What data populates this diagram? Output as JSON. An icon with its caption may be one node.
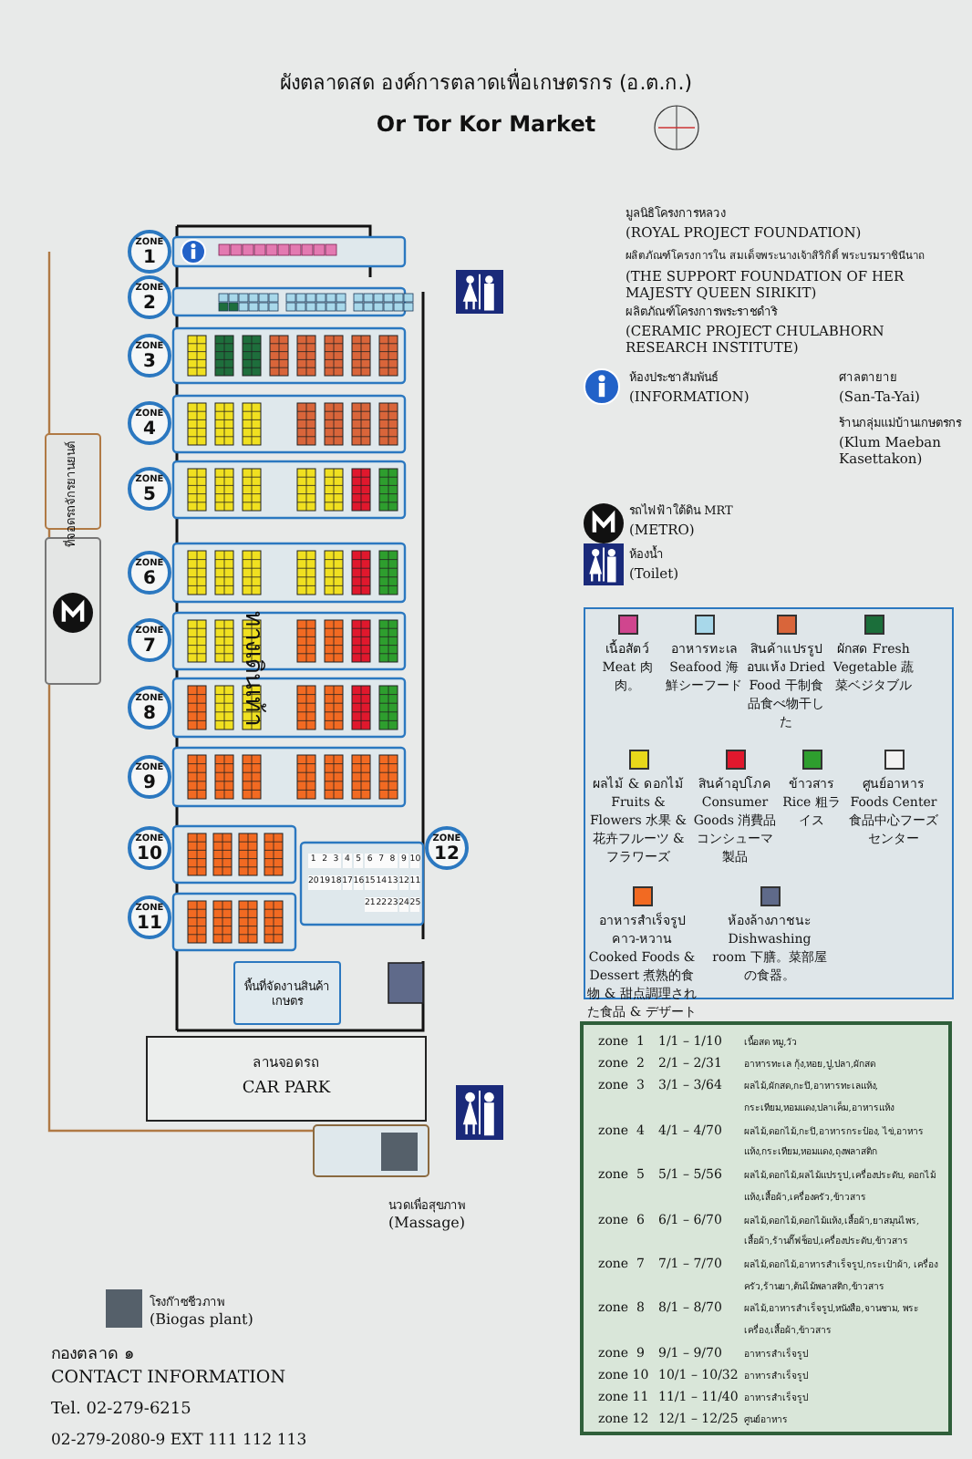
{
  "diagram": {
    "title": "ผังตลาดสด องค์การตลาดเพื่อเกษตรกร (อ.ต.ก.)",
    "nodes": [
      {
        "text": [
          "ZONE",
          "1"
        ]
      },
      {
        "text": [
          "ZONE",
          "2"
        ]
      },
      {
        "text": [
          "ZONE",
          "3"
        ]
      },
      {
        "text": [
          "ZONE",
          "4"
        ]
      },
      {
        "text": [
          "ZONE",
          "5"
        ]
      },
      {
        "text": [
          "ZONE",
          "6"
        ]
      },
      {
        "text": [
          "ZONE",
          "7"
        ]
      },
      {
        "text": [
          "ZONE",
          "8"
        ]
      },
      {
        "text": [
          "ZONE",
          "9"
        ]
      },
      {
        "text": [
          "ZONE",
          "10"
        ]
      },
      {
        "text": [
          "ZONE",
          "12"
        ]
      },
      {
        "text": [
          "ZONE",
          "11"
        ]
      },
      {
        "text": [
          "พื้นที่จัดงานสินค้าเกษตร"
        ]
      },
      {
        "text": [
          "ลานจอดรถ",
          "CAR PARK"
        ]
      }
    ],
    "labels": [
      "Or Tor Kor  Market",
      "มูลนิธิโครงการหลวง",
      "(ROYAL PROJECT FOUNDATION)",
      "ผลิตภัณฑ์โครงการใน สมเด็จพระนางเจ้าสิริกิติ์ พระบรมราชินีนาถ",
      "(THE SUPPORT FOUNDATION OF HER MAJESTY QUEEN SIRIKIT)",
      "ผลิตภัณฑ์โครงการพระราชดำริ",
      "(CERAMIC PROJECT CHULABHORN RESEARCH INSTITUTE)",
      "ห้องประชาสัมพันธ์",
      "(INFORMATION)",
      "ศาลตายาย",
      "(San-Ta-Yai)",
      "ร้านกลุ่มแม่บ้านเกษตรกร",
      "(Klum Maeban Kasettakon)",
      "รถไฟฟ้าใต้ดิน MRT",
      "(METRO)",
      "ห้องน้ำ",
      "(Toilet)",
      "ที่จอดรถจักรยานยนต์",
      "ทางเดินเท้า",
      "1",
      "2",
      "3",
      "4",
      "5",
      "6",
      "7",
      "8",
      "9",
      "10",
      "20",
      "19",
      "18",
      "17",
      "16",
      "15",
      "14",
      "13",
      "12",
      "11",
      "21",
      "22",
      "23",
      "24",
      "25",
      "นวดเพื่อสุขภาพ",
      "(Massage)",
      "โรงก๊าซชีวภาพ",
      "(Biogas plant)",
      "กองตลาด ๑",
      "CONTACT INFORMATION",
      "Tel. 02-279-6215",
      "02-279-2080-9 EXT 111 112  113",
      "zone  1",
      "1/1 – 1/10",
      "เนื้อสด หมู,วัว",
      "zone  2",
      "2/1 – 2/31",
      "อาหารทะเล กุ้ง,หอย,ปู,ปลา,ผักสด",
      "zone  3",
      "3/1 – 3/64",
      "ผลไม้,ผักสด,กะปิ,อาหารทะเลแห้ง, กระเทียม,หอมแดง,ปลาเค็ม,อาหารแห้ง",
      "zone  4",
      "4/1 – 4/70",
      "ผลไม้,ดอกไม้,กะปิ,อาหารกระป๋อง, ไข่,อาหารแห้ง,กระเทียม,หอมแดง,ถุงพลาสติก",
      "zone  5",
      "5/1 – 5/56",
      "ผลไม้,ดอกไม้,ผลไม้แปรรูป,เครื่องประดับ, ดอกไม้แห้ง,เสื้อผ้า,เครื่องครัว,ข้าวสาร",
      "zone  6",
      "6/1 – 6/70",
      "ผลไม้,ดอกไม้,ดอกไม้แห้ง,เสื้อผ้า,ยาสมุนไพร, เสื้อผ้า,ร้านกิ๊ฟช็อป,เครื่องประดับ,ข้าวสาร",
      "zone  7",
      "7/1 – 7/70",
      "ผลไม้,ดอกไม้,อาหารสำเร็จรูป,กระเป๋าผ้า, เครื่องครัว,ร้านยา,ต้นไม้พลาสติก,ข้าวสาร",
      "zone  8",
      "8/1 – 8/70",
      "ผลไม้,อาหารสำเร็จรูป,หนังสือ,จานชาม, พระเครื่อง,เสื้อผ้า,ข้าวสาร",
      "zone  9",
      "9/1 – 9/70",
      "อาหารสำเร็จรูป",
      "zone 10",
      "10/1 – 10/32",
      "อาหารสำเร็จรูป",
      "zone 11",
      "11/1 – 11/40",
      "อาหารสำเร็จรูป",
      "zone 12",
      "12/1 – 12/25",
      "ศูนย์อาหาร"
    ],
    "legend": [
      {
        "text": "เนื้อสัตว์ Meat 肉肉。",
        "color": "#d0458e"
      },
      {
        "text": "อาหารทะเล Seafood 海鮮シーフード",
        "color": "#a8d8ea"
      },
      {
        "text": "สินค้าแปรรูปอบแห้ง Dried Food 干制食品食べ物干した",
        "color": "#d9653a"
      },
      {
        "text": "ผักสด Fresh Vegetable 蔬菜ベジタブル",
        "color": "#1b6e3a"
      },
      {
        "text": "ผลไม้ & ดอกไม้ Fruits & Flowers 水果 & 花卉フルーツ & フラワーズ",
        "color": "#e8d81a"
      },
      {
        "text": "สินค้าอุปโภค Consumer Goods 消費品コンシューマ製品",
        "color": "#e0182d"
      },
      {
        "text": "ข้าวสาร Rice 粗ライス",
        "color": "#2e9e2e"
      },
      {
        "text": "ศูนย์อาหาร Foods Center 食品中心フーズセンター",
        "color": "#f2f2f2"
      },
      {
        "text": "อาหารสำเร็จรูปคาว-หวาน Cooked Foods & Dessert 煮熟的食物 & 甜点調理された食品 & デザート",
        "color": "#f26a22"
      },
      {
        "text": "ห้องล้างภาชนะ Dishwashing room 下膳。菜部屋の食器。",
        "color": "#5f6a8a"
      }
    ]
  }
}
